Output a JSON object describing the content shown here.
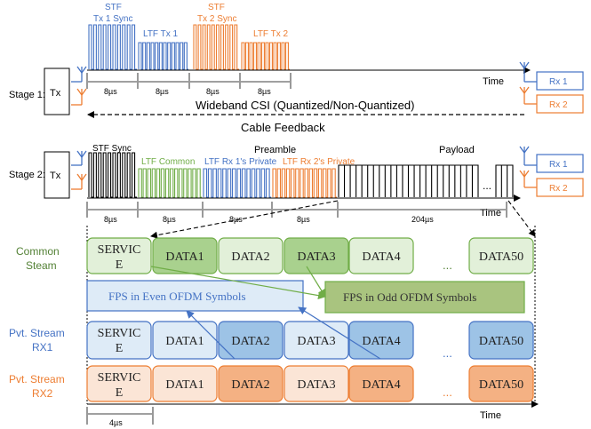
{
  "colors": {
    "blue": "#4472c4",
    "orange": "#ed7d31",
    "green": "#70ad47",
    "black": "#000000",
    "green_dark": "#538135",
    "blue_fill_light": "#deebf7",
    "blue_fill_dark": "#9dc3e6",
    "orange_fill_light": "#fbe5d6",
    "orange_fill_dark": "#f4b183",
    "green_fill_light": "#e2f0d9",
    "green_fill_dark": "#a9d18e",
    "fps_odd_fill": "#a9c47f"
  },
  "stage1": {
    "label": "Stage 1:",
    "tx": "Tx",
    "stf_tx1": [
      "STF",
      "Tx 1 Sync"
    ],
    "ltf_tx1": "LTF Tx 1",
    "stf_tx2": [
      "STF",
      "Tx 2 Sync"
    ],
    "ltf_tx2": "LTF Tx 2",
    "durations": [
      "8µs",
      "8µs",
      "8µs",
      "8µs"
    ],
    "time": "Time",
    "rx1": "Rx 1",
    "rx2": "Rx 2",
    "feedback": "Wideband CSI (Quantized/Non-Quantized)",
    "cable": "Cable Feedback"
  },
  "stage2": {
    "label": "Stage 2:",
    "tx": "Tx",
    "stf": "STF  Sync",
    "ltf_common": "LTF  Common",
    "ltf_rx1": "LTF Rx 1's Private",
    "ltf_rx2": "LTF Rx 2's Private",
    "preamble": "Preamble",
    "payload": "Payload",
    "ellipsis": "...",
    "durations": [
      "8µs",
      "8µs",
      "8µs",
      "8µs",
      "204µs"
    ],
    "time": "Time",
    "rx1": "Rx 1",
    "rx2": "Rx 2"
  },
  "streams": {
    "common": {
      "label": [
        "Common",
        "Steam"
      ],
      "blocks": [
        "SERVIC|E",
        "DATA1",
        "DATA2",
        "DATA3",
        "DATA4",
        "DATA50"
      ],
      "ellipsis": "..."
    },
    "rx1": {
      "label": [
        "Pvt. Stream",
        "RX1"
      ],
      "blocks": [
        "SERVIC|E",
        "DATA1",
        "DATA2",
        "DATA3",
        "DATA4",
        "DATA50"
      ],
      "ellipsis": "..."
    },
    "rx2": {
      "label": [
        "Pvt. Stream",
        "RX2"
      ],
      "blocks": [
        "SERVIC|E",
        "DATA1",
        "DATA2",
        "DATA3",
        "DATA4",
        "DATA50"
      ],
      "ellipsis": "..."
    },
    "fps_even": "FPS in Even OFDM Symbols",
    "fps_odd": "FPS in Odd OFDM Symbols",
    "duration": "4µs",
    "time": "Time"
  }
}
